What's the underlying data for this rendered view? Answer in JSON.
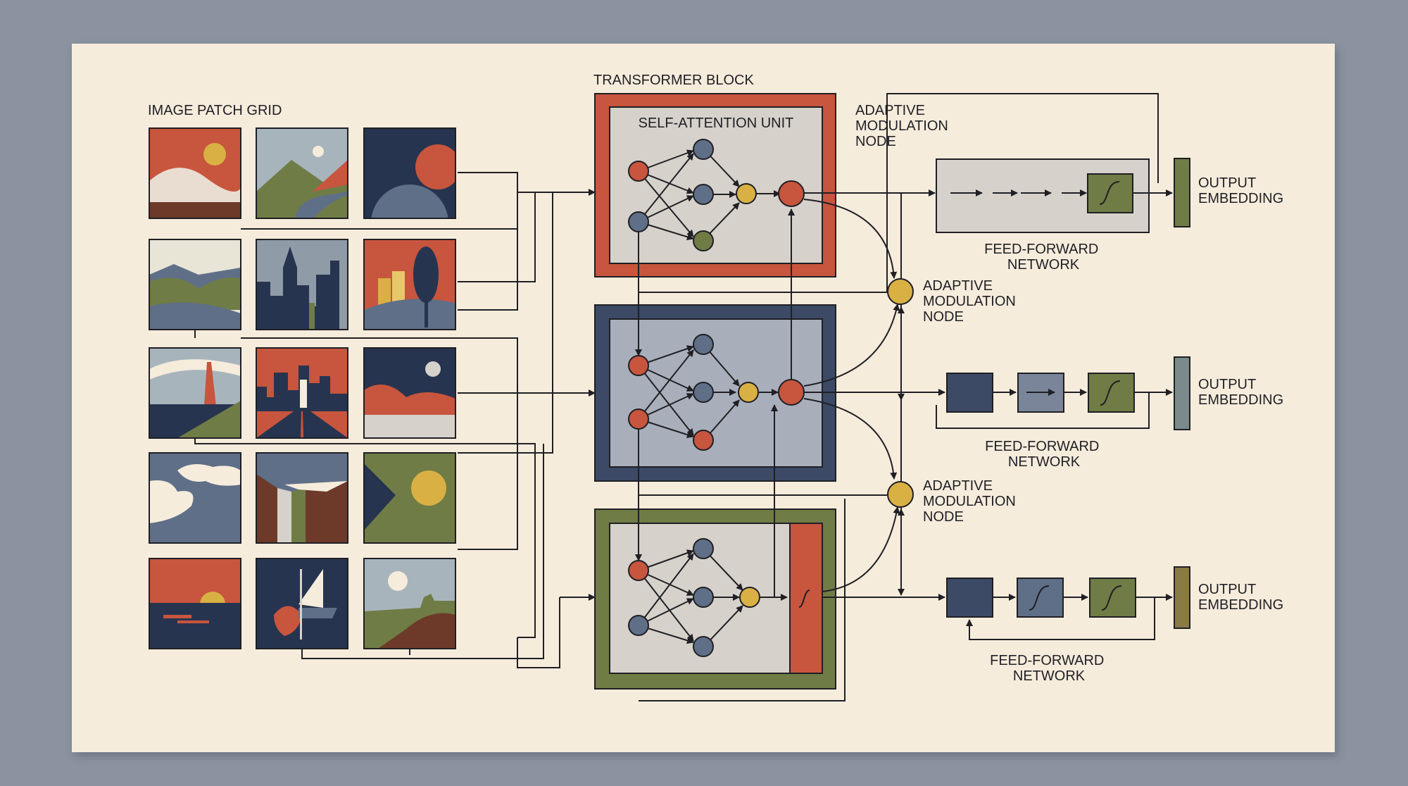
{
  "colors": {
    "background": "#8a939f",
    "paper": "#f6ecdc",
    "red": "#c8553d",
    "navy": "#27344f",
    "slate": "#5f6f88",
    "olive": "#6f7c45",
    "gold": "#d9b044",
    "gray_panel": "#d6d1ca",
    "ink": "#1f1f24"
  },
  "labels": {
    "patch_grid": "IMAGE PATCH GRID",
    "transformer_block": "TRANSFORMER BLOCK",
    "self_attention": "SELF-ATTENTION UNIT",
    "adaptive_top_1": "ADAPTIVE",
    "adaptive_top_2": "MODULATION",
    "adaptive_top_3": "NODE",
    "adaptive_mid_1": "ADAPTIVE",
    "adaptive_mid_2": "MODULATION",
    "adaptive_mid_3": "NODE",
    "adaptive_low_1": "ADAPTIVE",
    "adaptive_low_2": "MODULATION",
    "adaptive_low_3": "NODE",
    "ffn_1_l1": "FEED-FORWARD",
    "ffn_1_l2": "NETWORK",
    "ffn_2_l1": "FEED-FORWARD",
    "ffn_2_l2": "NETWORK",
    "ffn_3_l1": "FEED-FORWARD",
    "ffn_3_l2": "NETWORK",
    "out_1_l1": "OUTPUT",
    "out_1_l2": "EMBEDDING",
    "out_2_l1": "OUTPUT",
    "out_2_l2": "EMBEDDING",
    "out_3_l1": "OUTPUT",
    "out_3_l2": "EMBEDDING"
  },
  "patch_tiles": [
    "sunset-hills",
    "river-valley",
    "moon-night",
    "lake-hills",
    "city-skyline",
    "autumn-tree",
    "mountain-road",
    "city-road",
    "night-moon",
    "cloud-sky",
    "canyon-walls",
    "triangle-sun",
    "sea-sunset",
    "sailboat",
    "coastal-cliff"
  ],
  "icons": [
    "sigmoid-icon",
    "arrow-icon"
  ]
}
